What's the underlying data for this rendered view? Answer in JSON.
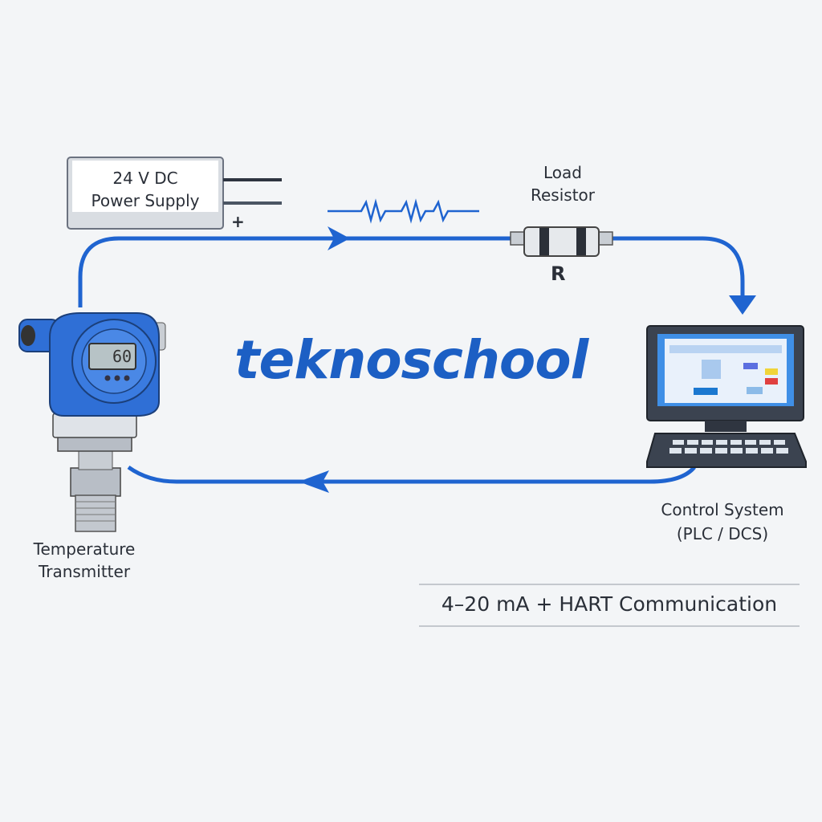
{
  "power_supply": {
    "line1": "24 V DC",
    "line2": "Power Supply",
    "plus": "+"
  },
  "resistor": {
    "label_line1": "Load",
    "label_line2": "Resistor",
    "symbol": "R"
  },
  "transmitter": {
    "display": "60",
    "label_line1": "Temperature",
    "label_line2": "Transmitter"
  },
  "control_system": {
    "label_line1": "Control System",
    "label_line2": "(PLC / DCS)"
  },
  "logo": "teknoschool",
  "caption": "4–20 mA + HART Communication",
  "colors": {
    "wire": "#1f64d0",
    "brand": "#1c5fc4",
    "device": "#2f6fd6"
  }
}
